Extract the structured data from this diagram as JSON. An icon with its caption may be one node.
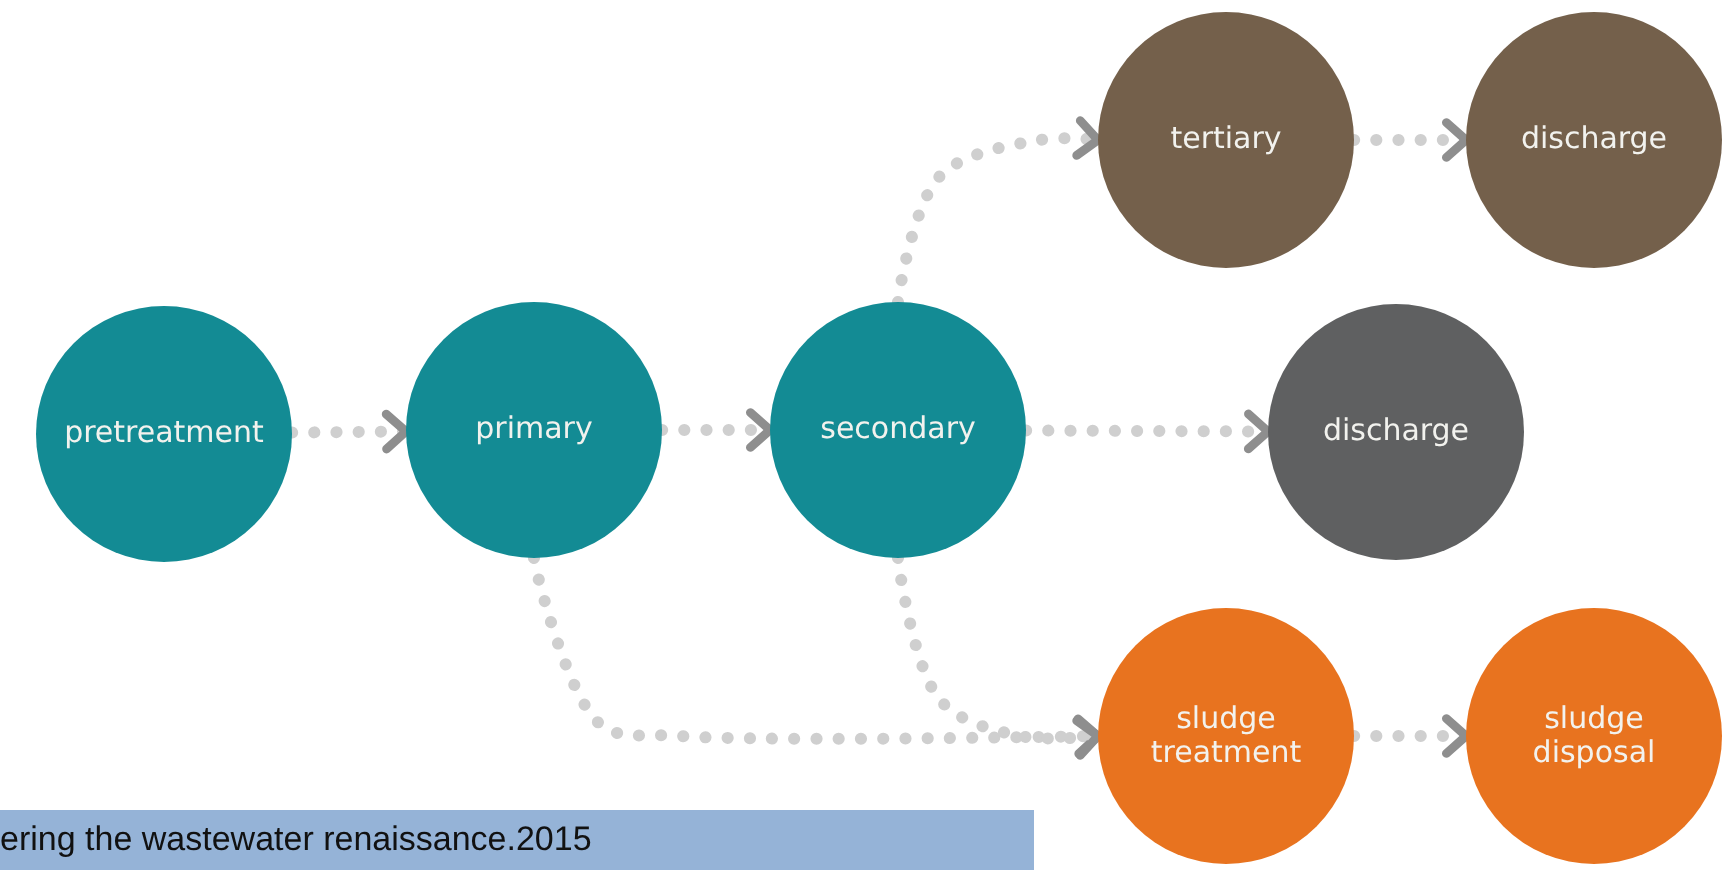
{
  "diagram": {
    "nodes": [
      {
        "text": [
          "pretreatment"
        ]
      },
      {
        "text": [
          "primary"
        ]
      },
      {
        "text": [
          "secondary"
        ]
      },
      {
        "text": [
          "tertiary"
        ]
      },
      {
        "text": [
          "discharge"
        ]
      },
      {
        "text": [
          "discharge"
        ]
      },
      {
        "text": [
          "sludge treatment"
        ]
      },
      {
        "text": [
          "sludge disposal"
        ]
      }
    ],
    "edges": [
      {
        "from": 0,
        "to": 1,
        "arrow": "to"
      },
      {
        "from": 1,
        "to": 2,
        "arrow": "to"
      },
      {
        "from": 2,
        "to": 3,
        "arrow": "to"
      },
      {
        "from": 3,
        "to": 4,
        "arrow": "to"
      },
      {
        "from": 2,
        "to": 5,
        "arrow": "to"
      },
      {
        "from": 1,
        "to": 6,
        "arrow": "to"
      },
      {
        "from": 2,
        "to": 6,
        "arrow": "to"
      },
      {
        "from": 6,
        "to": 7,
        "arrow": "to"
      }
    ],
    "labels": [
      "ering the wastewater renaissance.2015"
    ]
  }
}
